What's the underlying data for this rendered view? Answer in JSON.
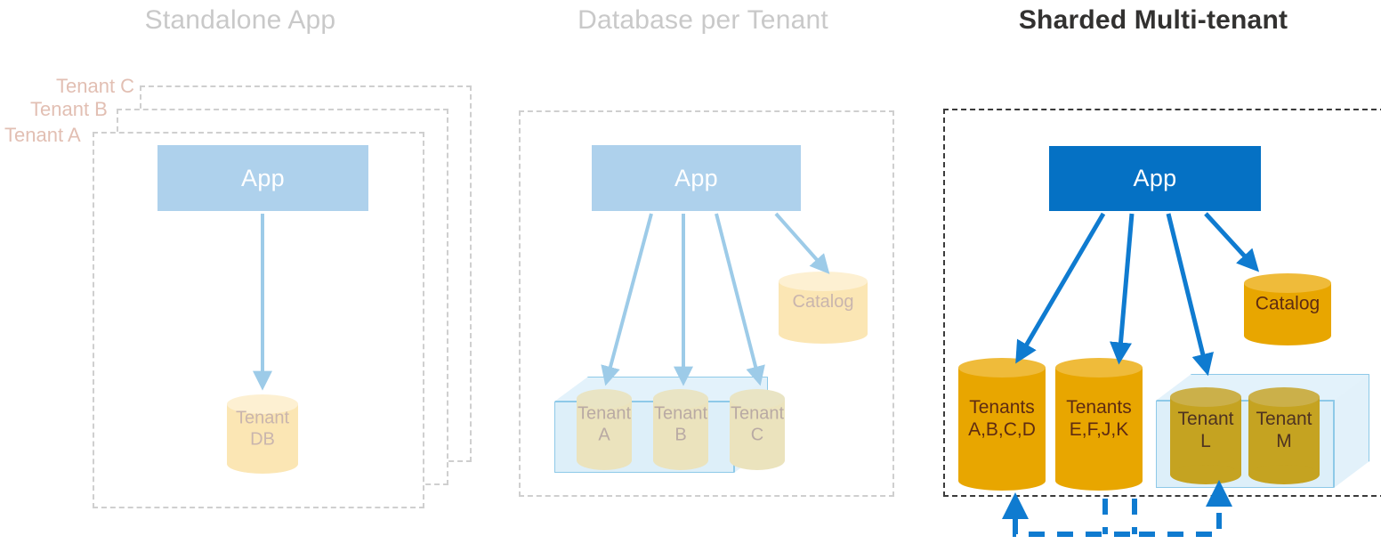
{
  "diagram": {
    "type": "architecture-comparison",
    "panels": [
      {
        "id": "standalone",
        "title": "Standalone App",
        "state": "faded",
        "tenant_labels": [
          "Tenant C",
          "Tenant B",
          "Tenant A"
        ],
        "app_label": "App",
        "databases": [
          {
            "label": "Tenant\nDB",
            "style": "faded"
          }
        ]
      },
      {
        "id": "database-per-tenant",
        "title": "Database per Tenant",
        "state": "faded",
        "app_label": "App",
        "catalog_label": "Catalog",
        "databases": [
          {
            "label": "Tenant\nA",
            "style": "faded-in-glass"
          },
          {
            "label": "Tenant\nB",
            "style": "faded-in-glass"
          },
          {
            "label": "Tenant\nC",
            "style": "faded-in-glass"
          }
        ]
      },
      {
        "id": "sharded-multi-tenant",
        "title": "Sharded Multi-tenant",
        "state": "active",
        "app_label": "App",
        "catalog_label": "Catalog",
        "databases": [
          {
            "label": "Tenants\nA,B,C,D",
            "style": "orange"
          },
          {
            "label": "Tenants\nE,F,J,K",
            "style": "orange"
          },
          {
            "label": "Tenant\nL",
            "style": "orange-in-glass"
          },
          {
            "label": "Tenant\nM",
            "style": "orange-in-glass"
          }
        ]
      }
    ]
  },
  "colors": {
    "accent_blue": "#0571c4",
    "faded_blue": "#aed1ec",
    "orange": "#e8a600",
    "orange_top": "#efbb3a",
    "faded_yellow": "#fbe6b4",
    "title_faded": "#c9c9c9",
    "title_active": "#323130",
    "tenant_label": "#e2bfb3",
    "dashed_faded": "#cfcfcf",
    "dashed_active": "#3b3b3b",
    "glass": "#8ec9e8"
  }
}
